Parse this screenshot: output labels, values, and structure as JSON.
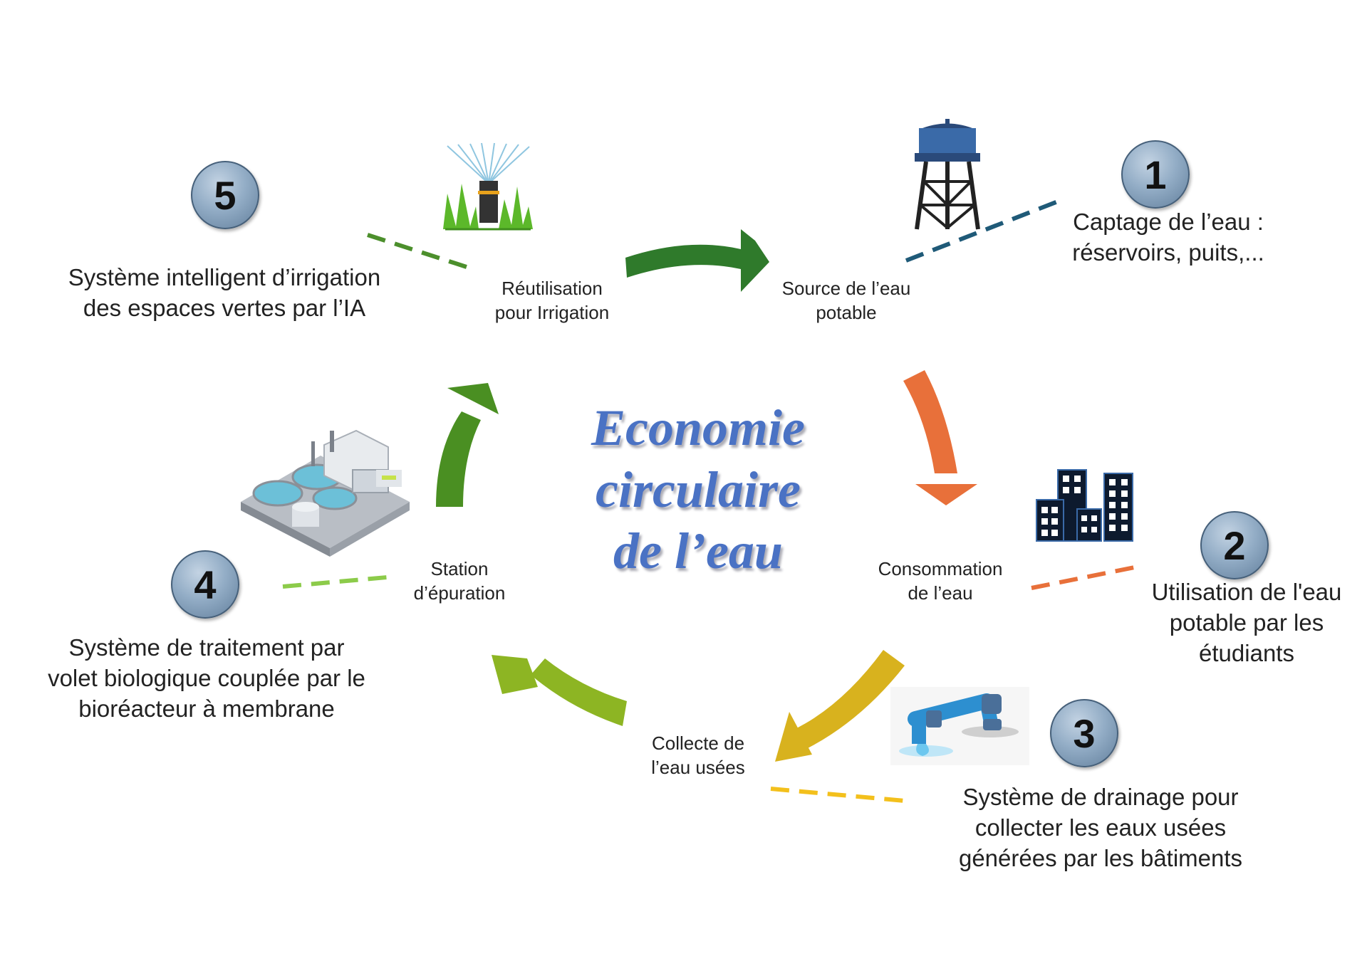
{
  "title": {
    "line1": "Economie",
    "line2": "circulaire",
    "line3": "de l’eau"
  },
  "stages": {
    "source": [
      "Source de l’eau",
      "potable"
    ],
    "consumption": [
      "Consommation",
      "de l’eau"
    ],
    "collection": [
      "Collecte de",
      "l’eau usées"
    ],
    "treatment": [
      "Station",
      "d’épuration"
    ],
    "reuse": [
      "Réutilisation",
      "pour Irrigation"
    ]
  },
  "steps": [
    {
      "number": "1",
      "lines": [
        "Captage de l’eau :",
        "réservoirs, puits,..."
      ],
      "color": "#1f5a78"
    },
    {
      "number": "2",
      "lines": [
        "Utilisation de l'eau",
        "potable par les",
        "étudiants"
      ],
      "color": "#e8703a"
    },
    {
      "number": "3",
      "lines": [
        "Système de drainage pour",
        "collecter les eaux usées",
        "générées par les bâtiments"
      ],
      "color": "#f3c01c"
    },
    {
      "number": "4",
      "lines": [
        "Système de traitement par",
        "volet biologique couplée par le",
        "bioréacteur à membrane"
      ],
      "color": "#8ccb4a"
    },
    {
      "number": "5",
      "lines": [
        "Système intelligent d’irrigation",
        "des espaces vertes par l’IA"
      ],
      "color": "#4c8f2c"
    }
  ],
  "arrows": {
    "source_to_consumption": "#e8703a",
    "consumption_to_collection": "#d8b21e",
    "collection_to_treatment": "#8db523",
    "treatment_to_reuse": "#4a8f22",
    "reuse_to_source": "#2f7a2b"
  },
  "icons": [
    "sprinkler-icon",
    "water-tower-icon",
    "buildings-icon",
    "pipe-icon",
    "treatment-plant-icon"
  ]
}
